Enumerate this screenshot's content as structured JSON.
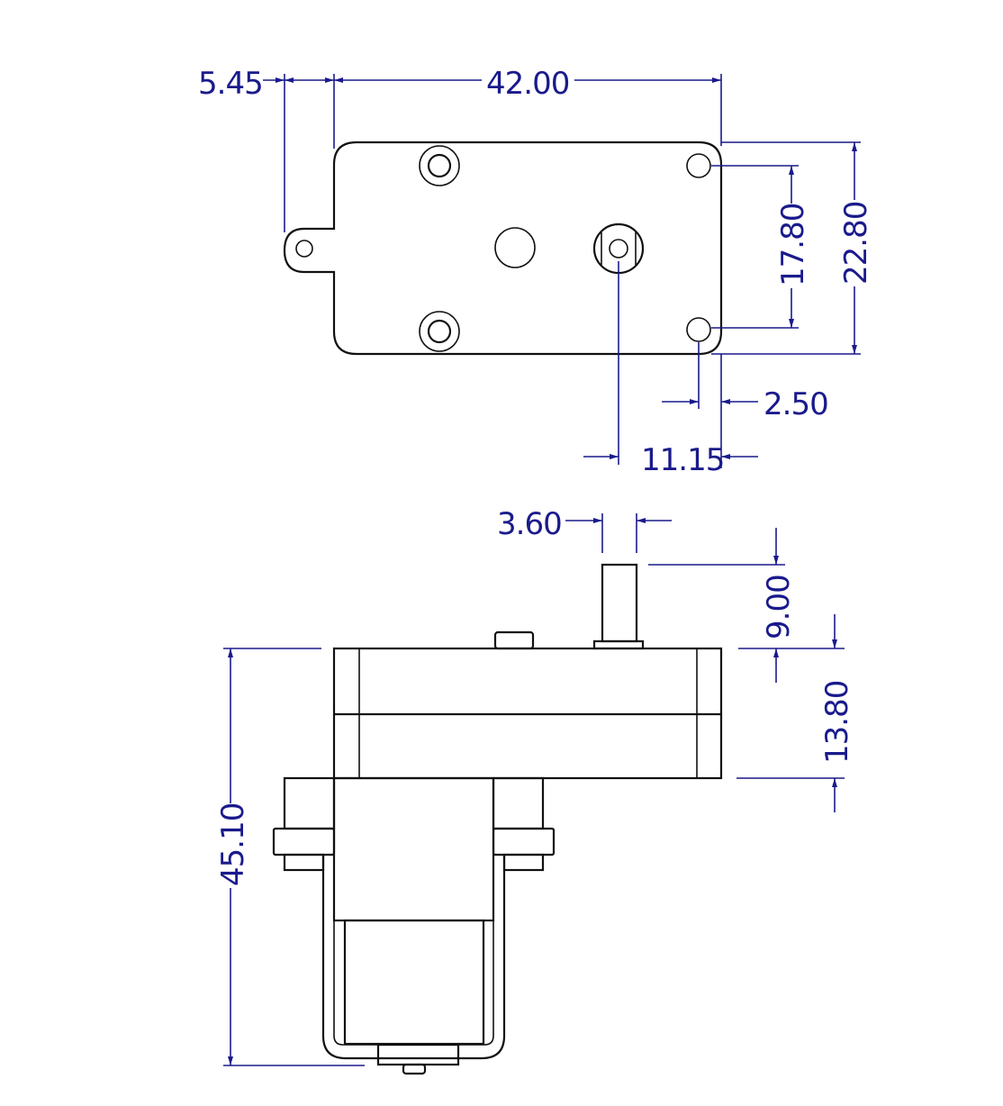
{
  "drawing": {
    "top_view": {
      "dimensions": {
        "tab_offset": "5.45",
        "body_length": "42.00",
        "body_width": "22.80",
        "hole_spacing": "17.80",
        "hole_edge_offset": "2.50",
        "shaft_offset": "11.15"
      }
    },
    "side_view": {
      "dimensions": {
        "shaft_diameter": "3.60",
        "shaft_length": "9.00",
        "gearbox_height": "13.80",
        "overall_height": "45.10"
      }
    }
  },
  "colors": {
    "dimension": "#1a1a8c",
    "outline": "#111111"
  }
}
